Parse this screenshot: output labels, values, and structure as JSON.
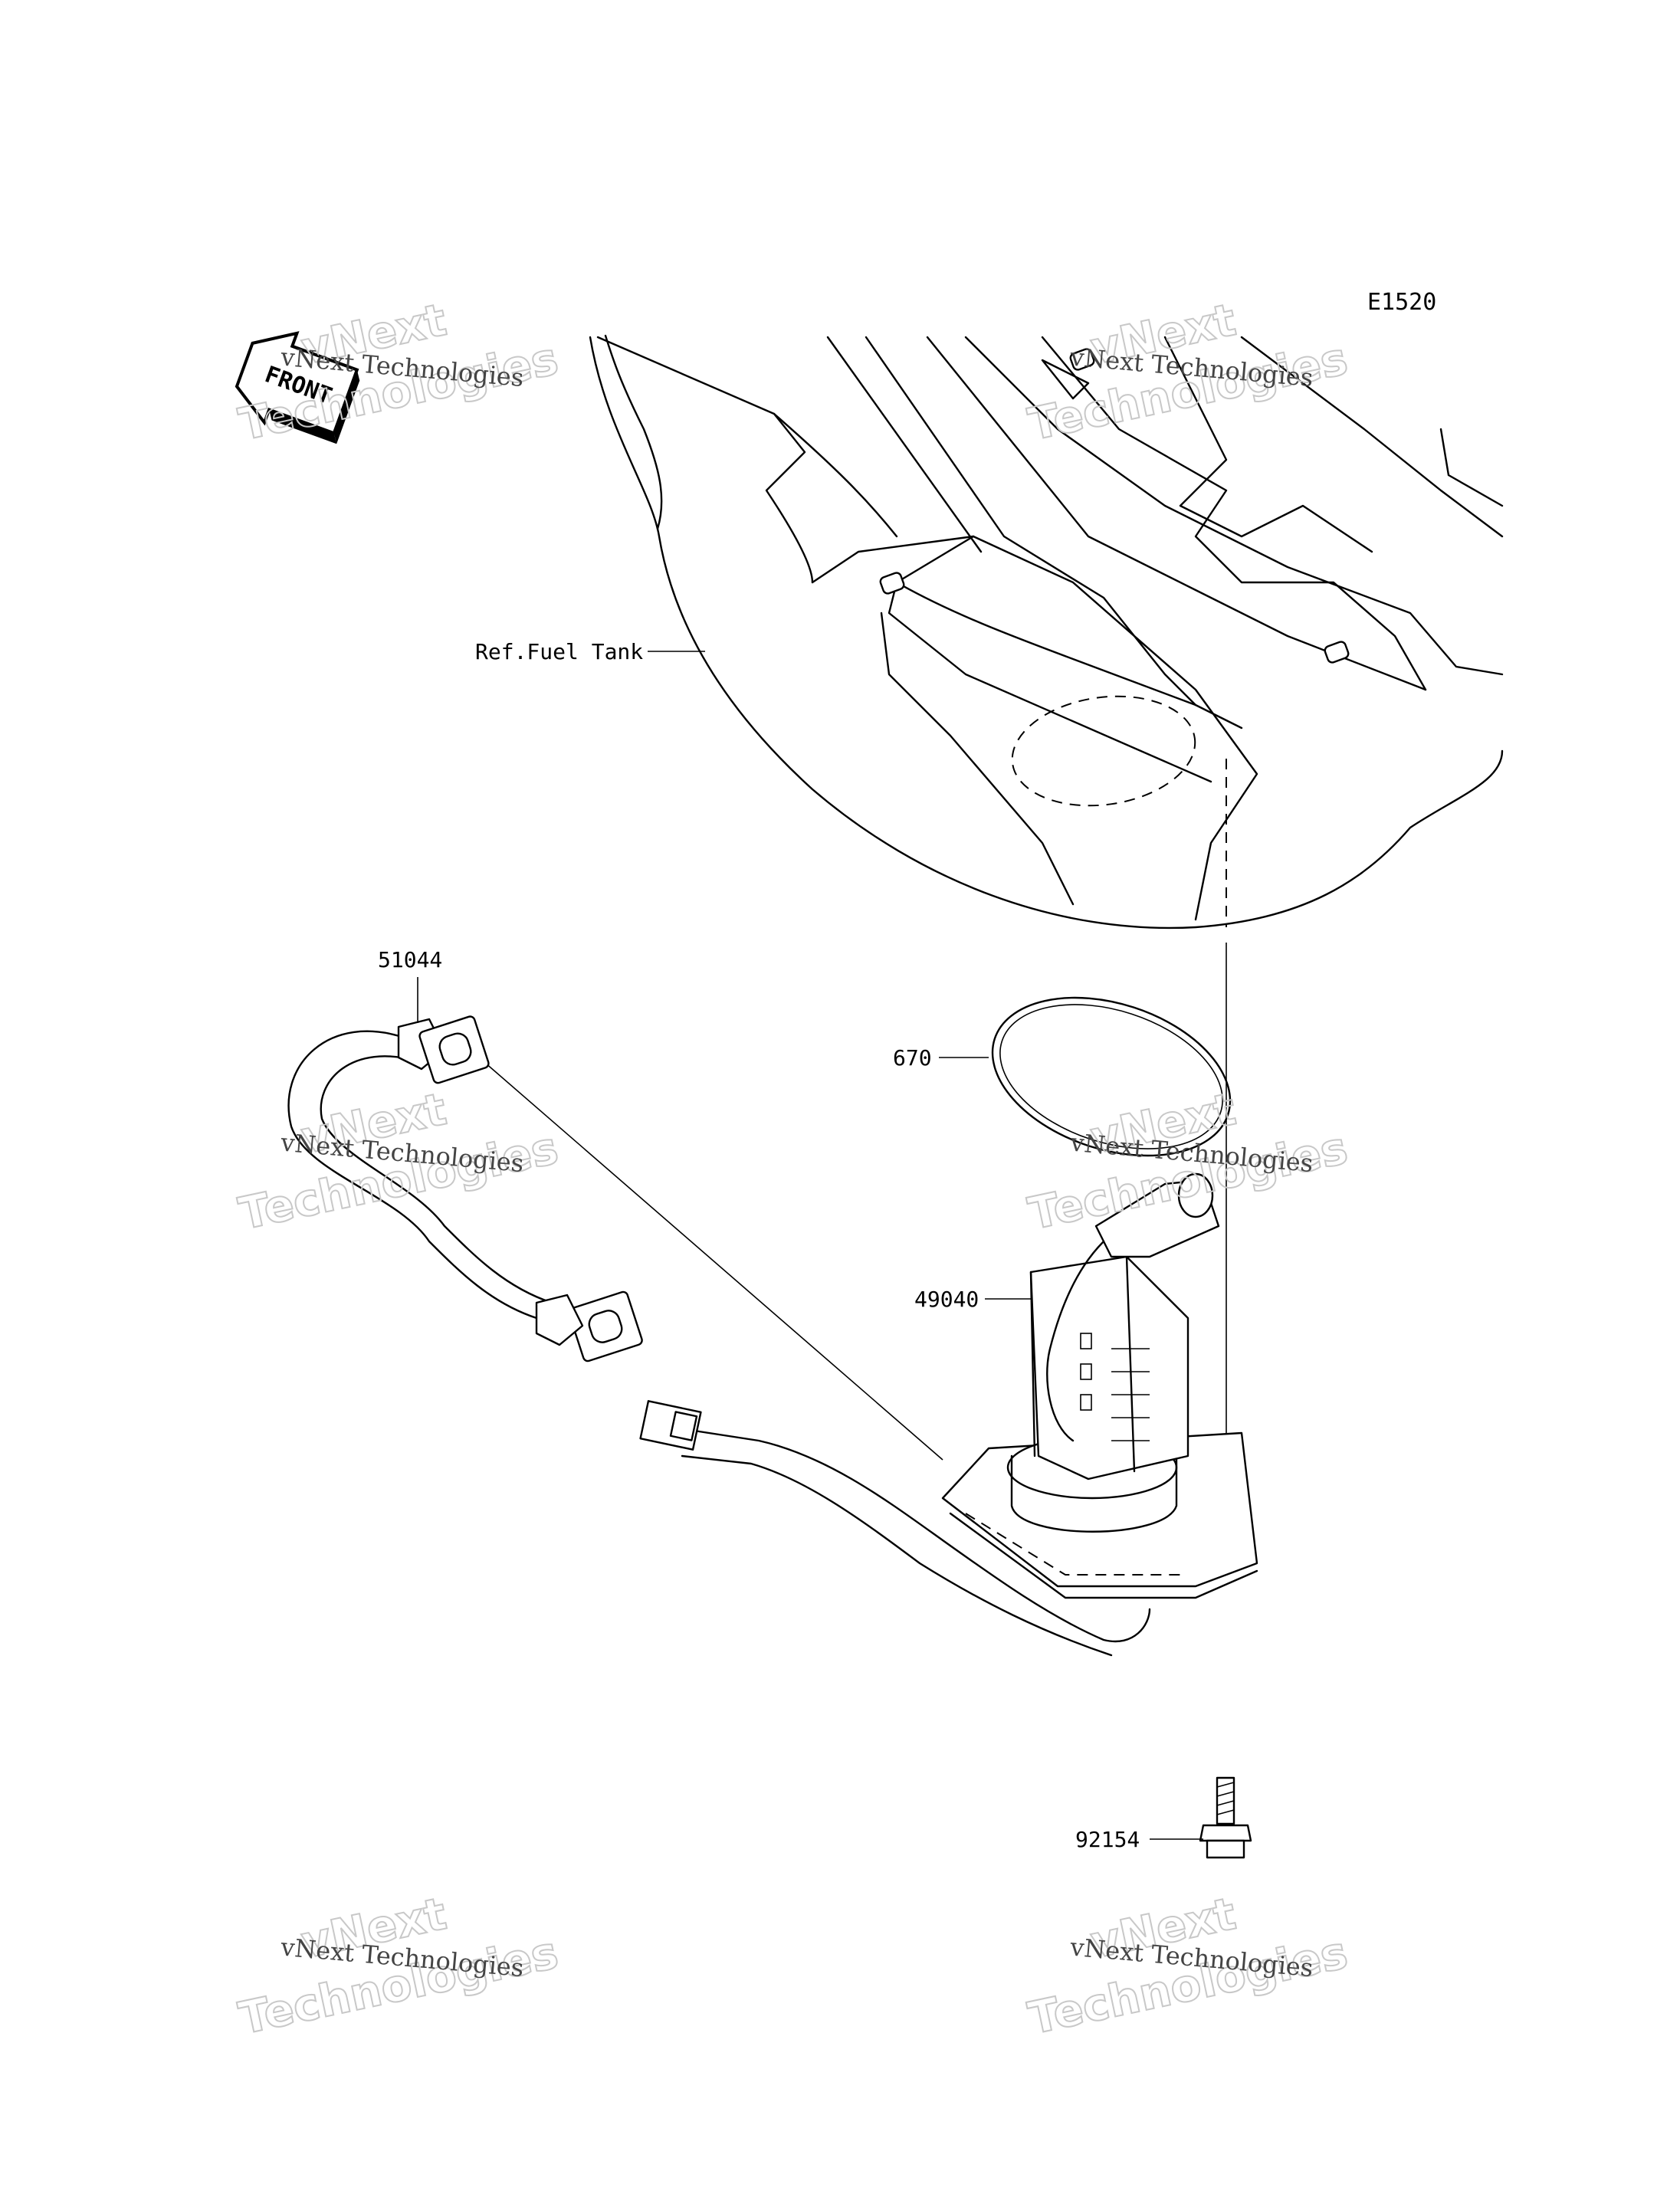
{
  "diagram_code": "E1520",
  "front_arrow": {
    "text": "FRONT",
    "icon": "front-direction-arrow-icon"
  },
  "watermark": {
    "line1": "vNext Technologies",
    "big1": "vNext",
    "big2": "Technologies"
  },
  "callouts": {
    "fuel_tank": "Ref.Fuel Tank",
    "hose": "51044",
    "gasket": "670",
    "pump": "49040",
    "bolt": "92154"
  }
}
